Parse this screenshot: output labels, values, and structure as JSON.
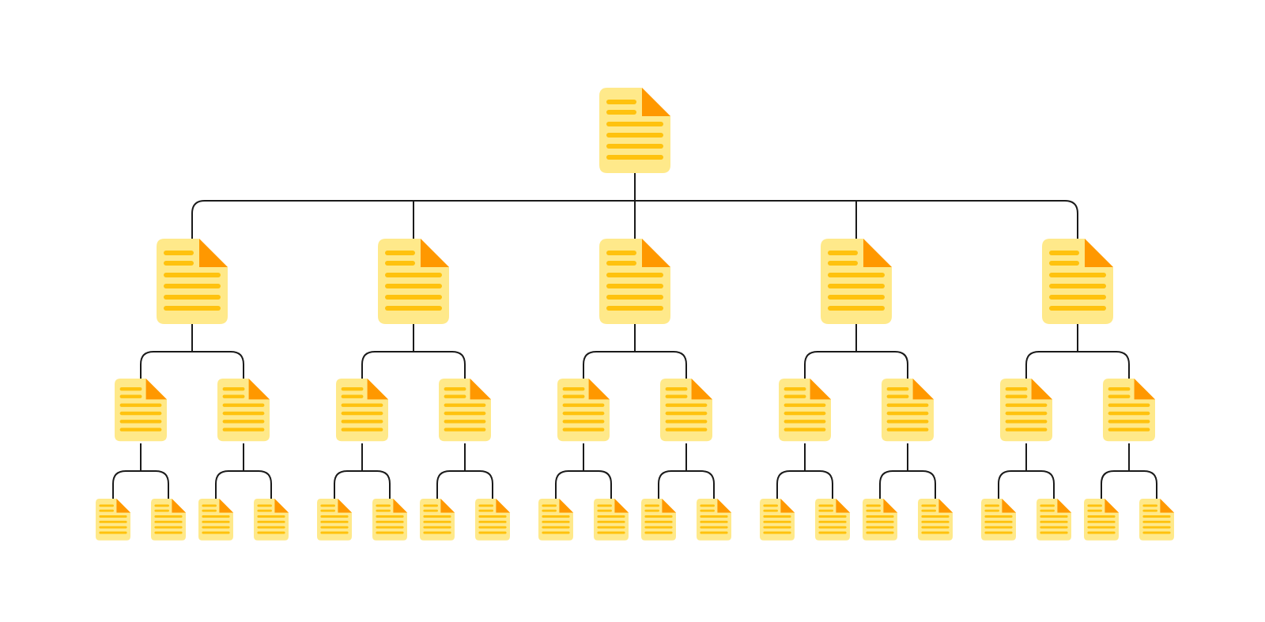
{
  "diagram": {
    "type": "tree",
    "icon": "document-icon",
    "levels": [
      1,
      5,
      10,
      20
    ],
    "branching": [
      5,
      2,
      2
    ],
    "colors": {
      "background": "#ffffff",
      "page": "#FFE98A",
      "lines": "#FFC20E",
      "fold": "#FF9800",
      "connector": "#1a1a1a"
    }
  }
}
